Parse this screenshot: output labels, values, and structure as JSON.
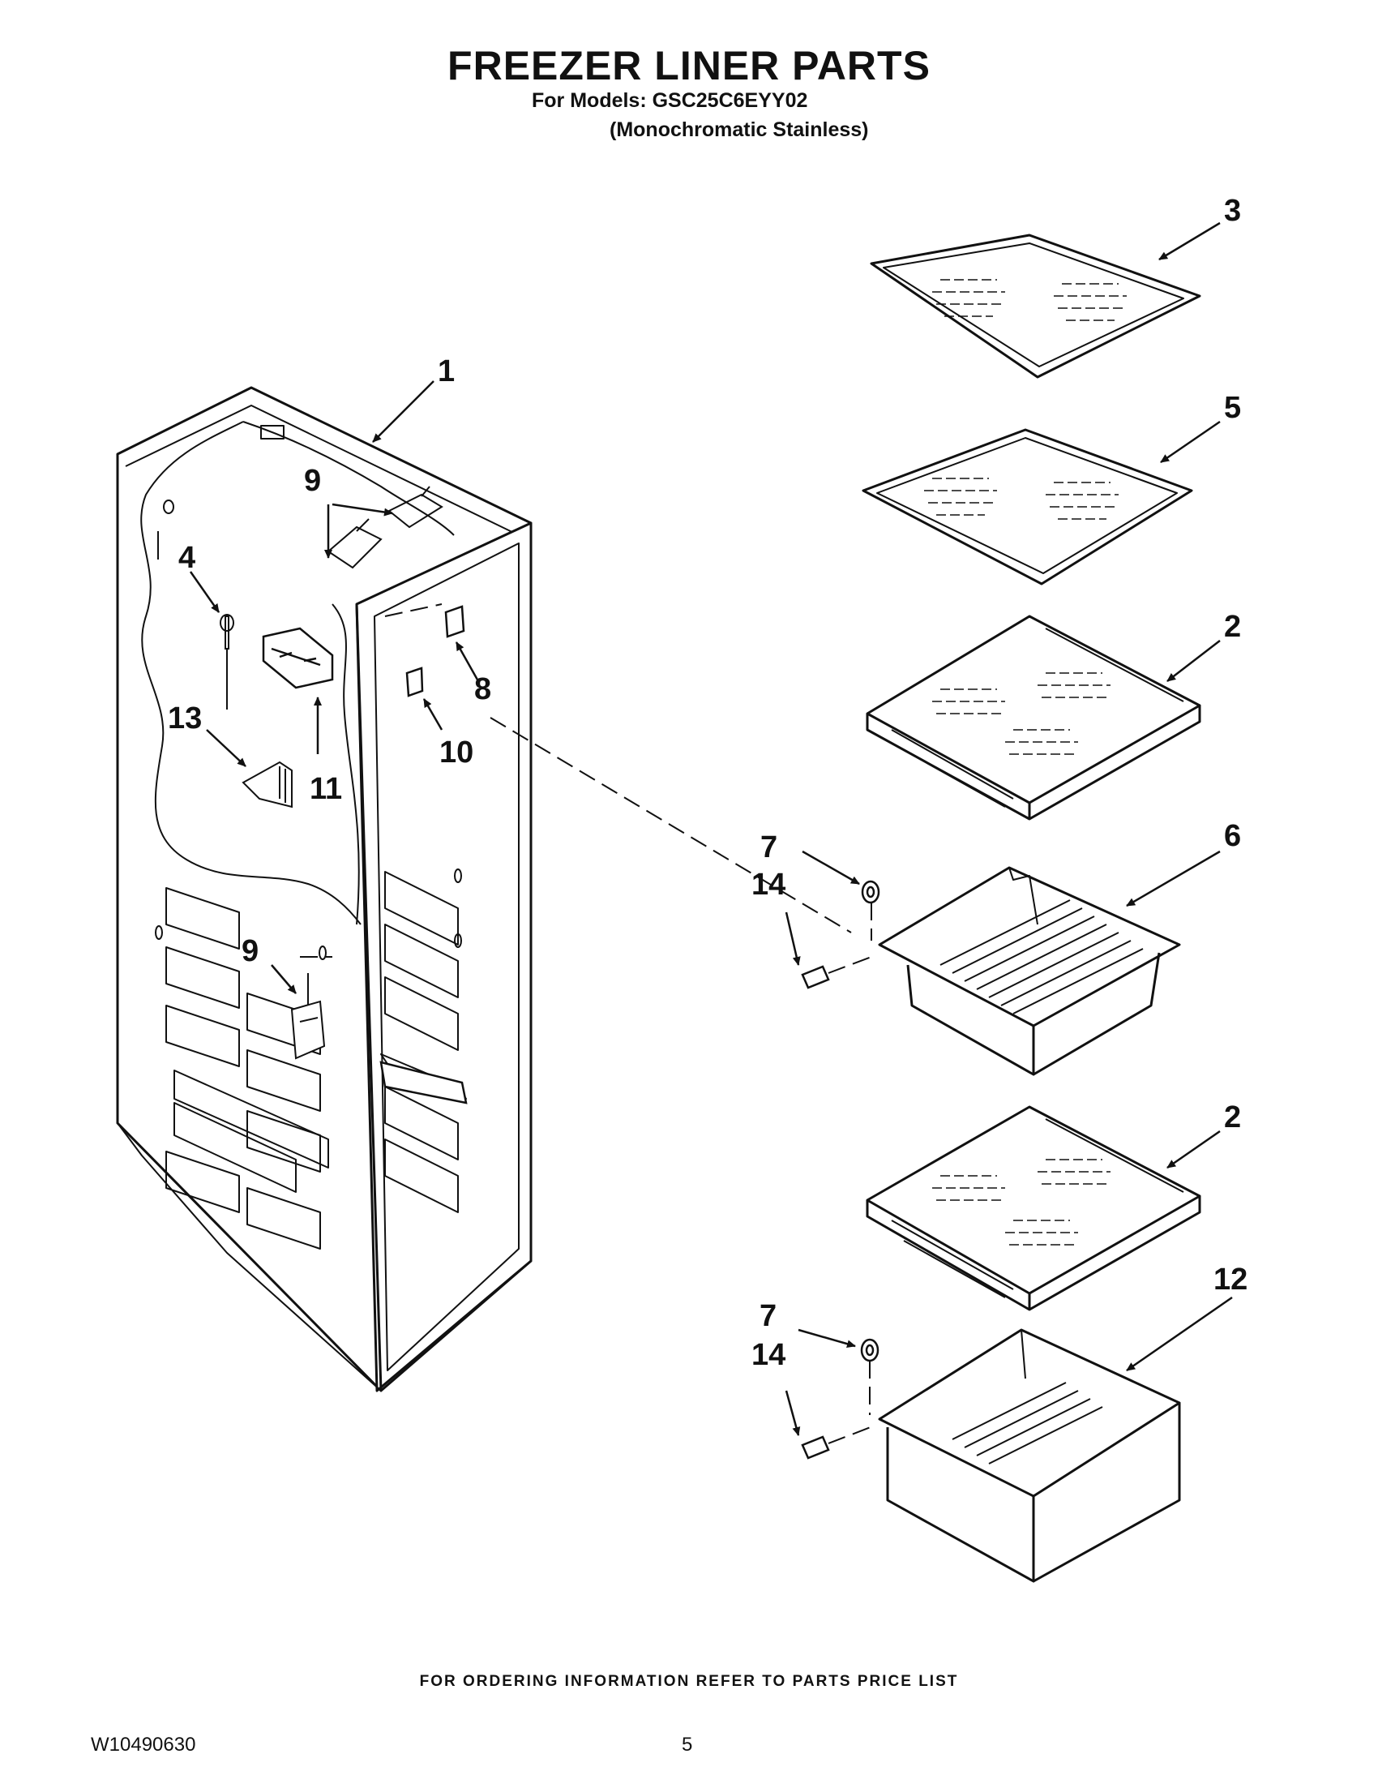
{
  "header": {
    "title": "FREEZER LINER PARTS",
    "models": "For Models: GSC25C6EYY02",
    "variant": "(Monochromatic Stainless)"
  },
  "callouts": {
    "c1": "1",
    "c2a": "2",
    "c2b": "2",
    "c3": "3",
    "c4": "4",
    "c5": "5",
    "c6": "6",
    "c7a": "7",
    "c7b": "7",
    "c8": "8",
    "c9a": "9",
    "c9b": "9",
    "c10": "10",
    "c11": "11",
    "c12": "12",
    "c13": "13",
    "c14a": "14",
    "c14b": "14"
  },
  "footer": {
    "note": "FOR ORDERING INFORMATION REFER TO PARTS PRICE LIST",
    "doc_number": "W10490630",
    "page_number": "5"
  }
}
